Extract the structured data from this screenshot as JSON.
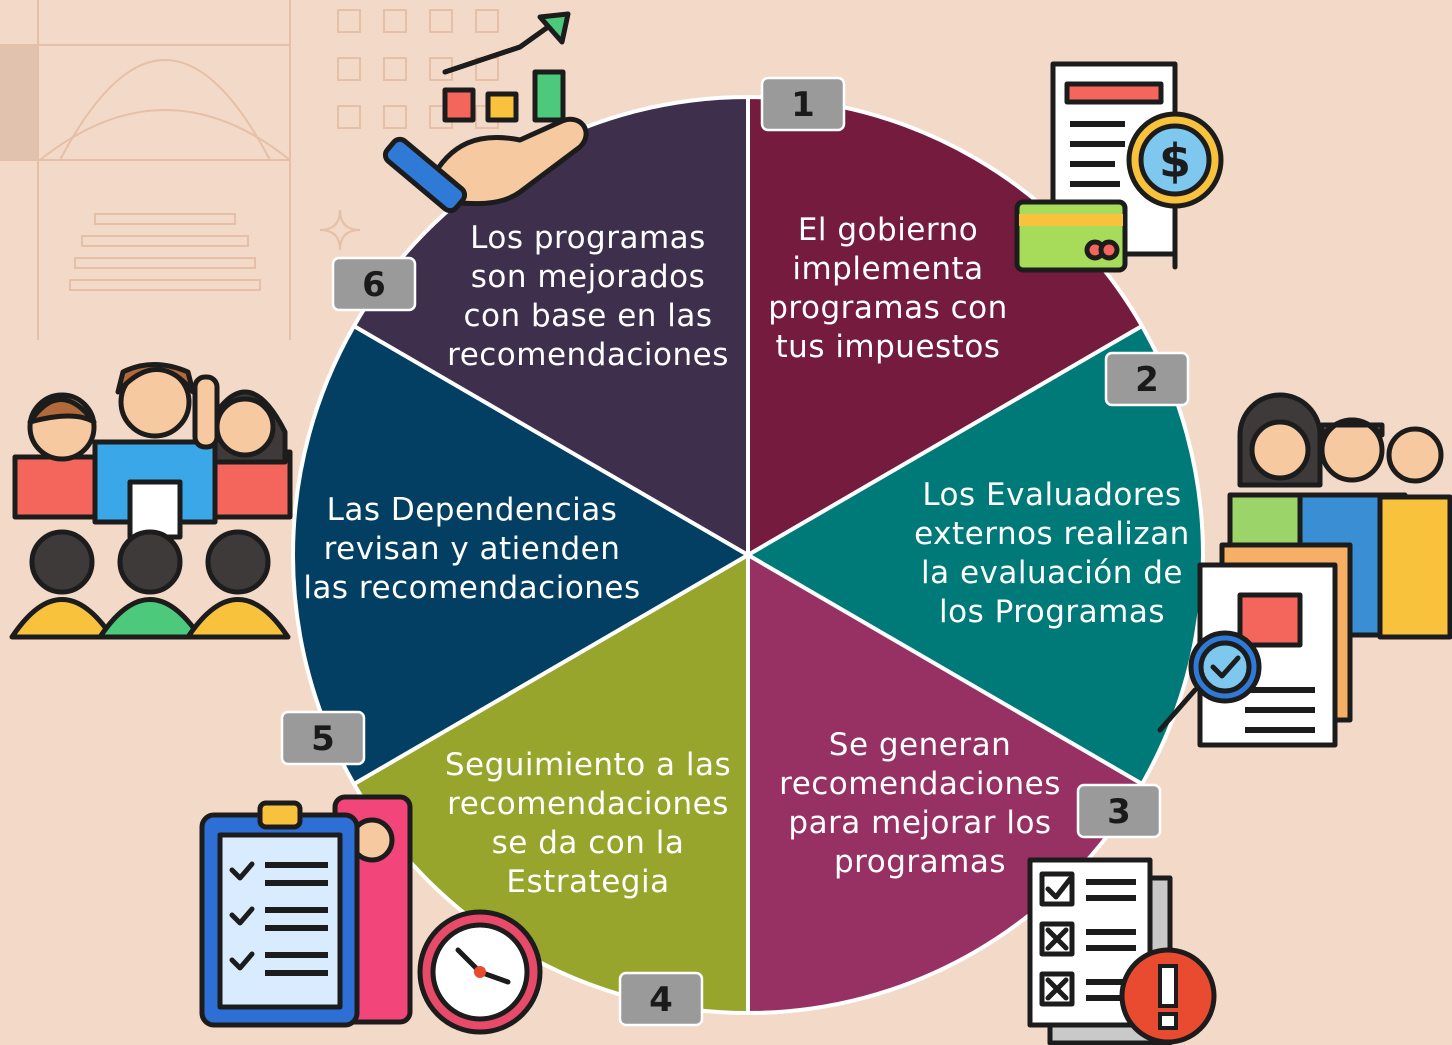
{
  "segments": [
    {
      "number": "1",
      "color": "#751c3e",
      "lines": [
        "El gobierno",
        "implementa",
        "programas con",
        "tus impuestos"
      ]
    },
    {
      "number": "2",
      "color": "#007a78",
      "lines": [
        "Los Evaluadores",
        "externos realizan",
        "la evaluación de",
        "los Programas"
      ]
    },
    {
      "number": "3",
      "color": "#973063",
      "lines": [
        "Se generan",
        "recomendaciones",
        "para mejorar los",
        "programas"
      ]
    },
    {
      "number": "4",
      "color": "#97a52c",
      "lines": [
        "Seguimiento a las",
        "recomendaciones",
        "se da con la",
        "Estrategia"
      ]
    },
    {
      "number": "5",
      "color": "#033f62",
      "lines": [
        "Las Dependencias",
        "revisan y atienden",
        "las recomendaciones"
      ]
    },
    {
      "number": "6",
      "color": "#3e2f4d",
      "lines": [
        "Los programas",
        "son mejorados",
        "con base en las",
        "recomendaciones"
      ]
    }
  ],
  "icons": {
    "step1": "tax-document-money-icon",
    "step2": "evaluators-report-icon",
    "step3": "checklist-warning-icon",
    "step4": "clipboard-clock-icon",
    "step5": "meeting-audience-icon",
    "step6": "growth-hand-chart-icon"
  },
  "colors": {
    "background": "#f3d9c8",
    "badge": "#9a9a9a"
  }
}
